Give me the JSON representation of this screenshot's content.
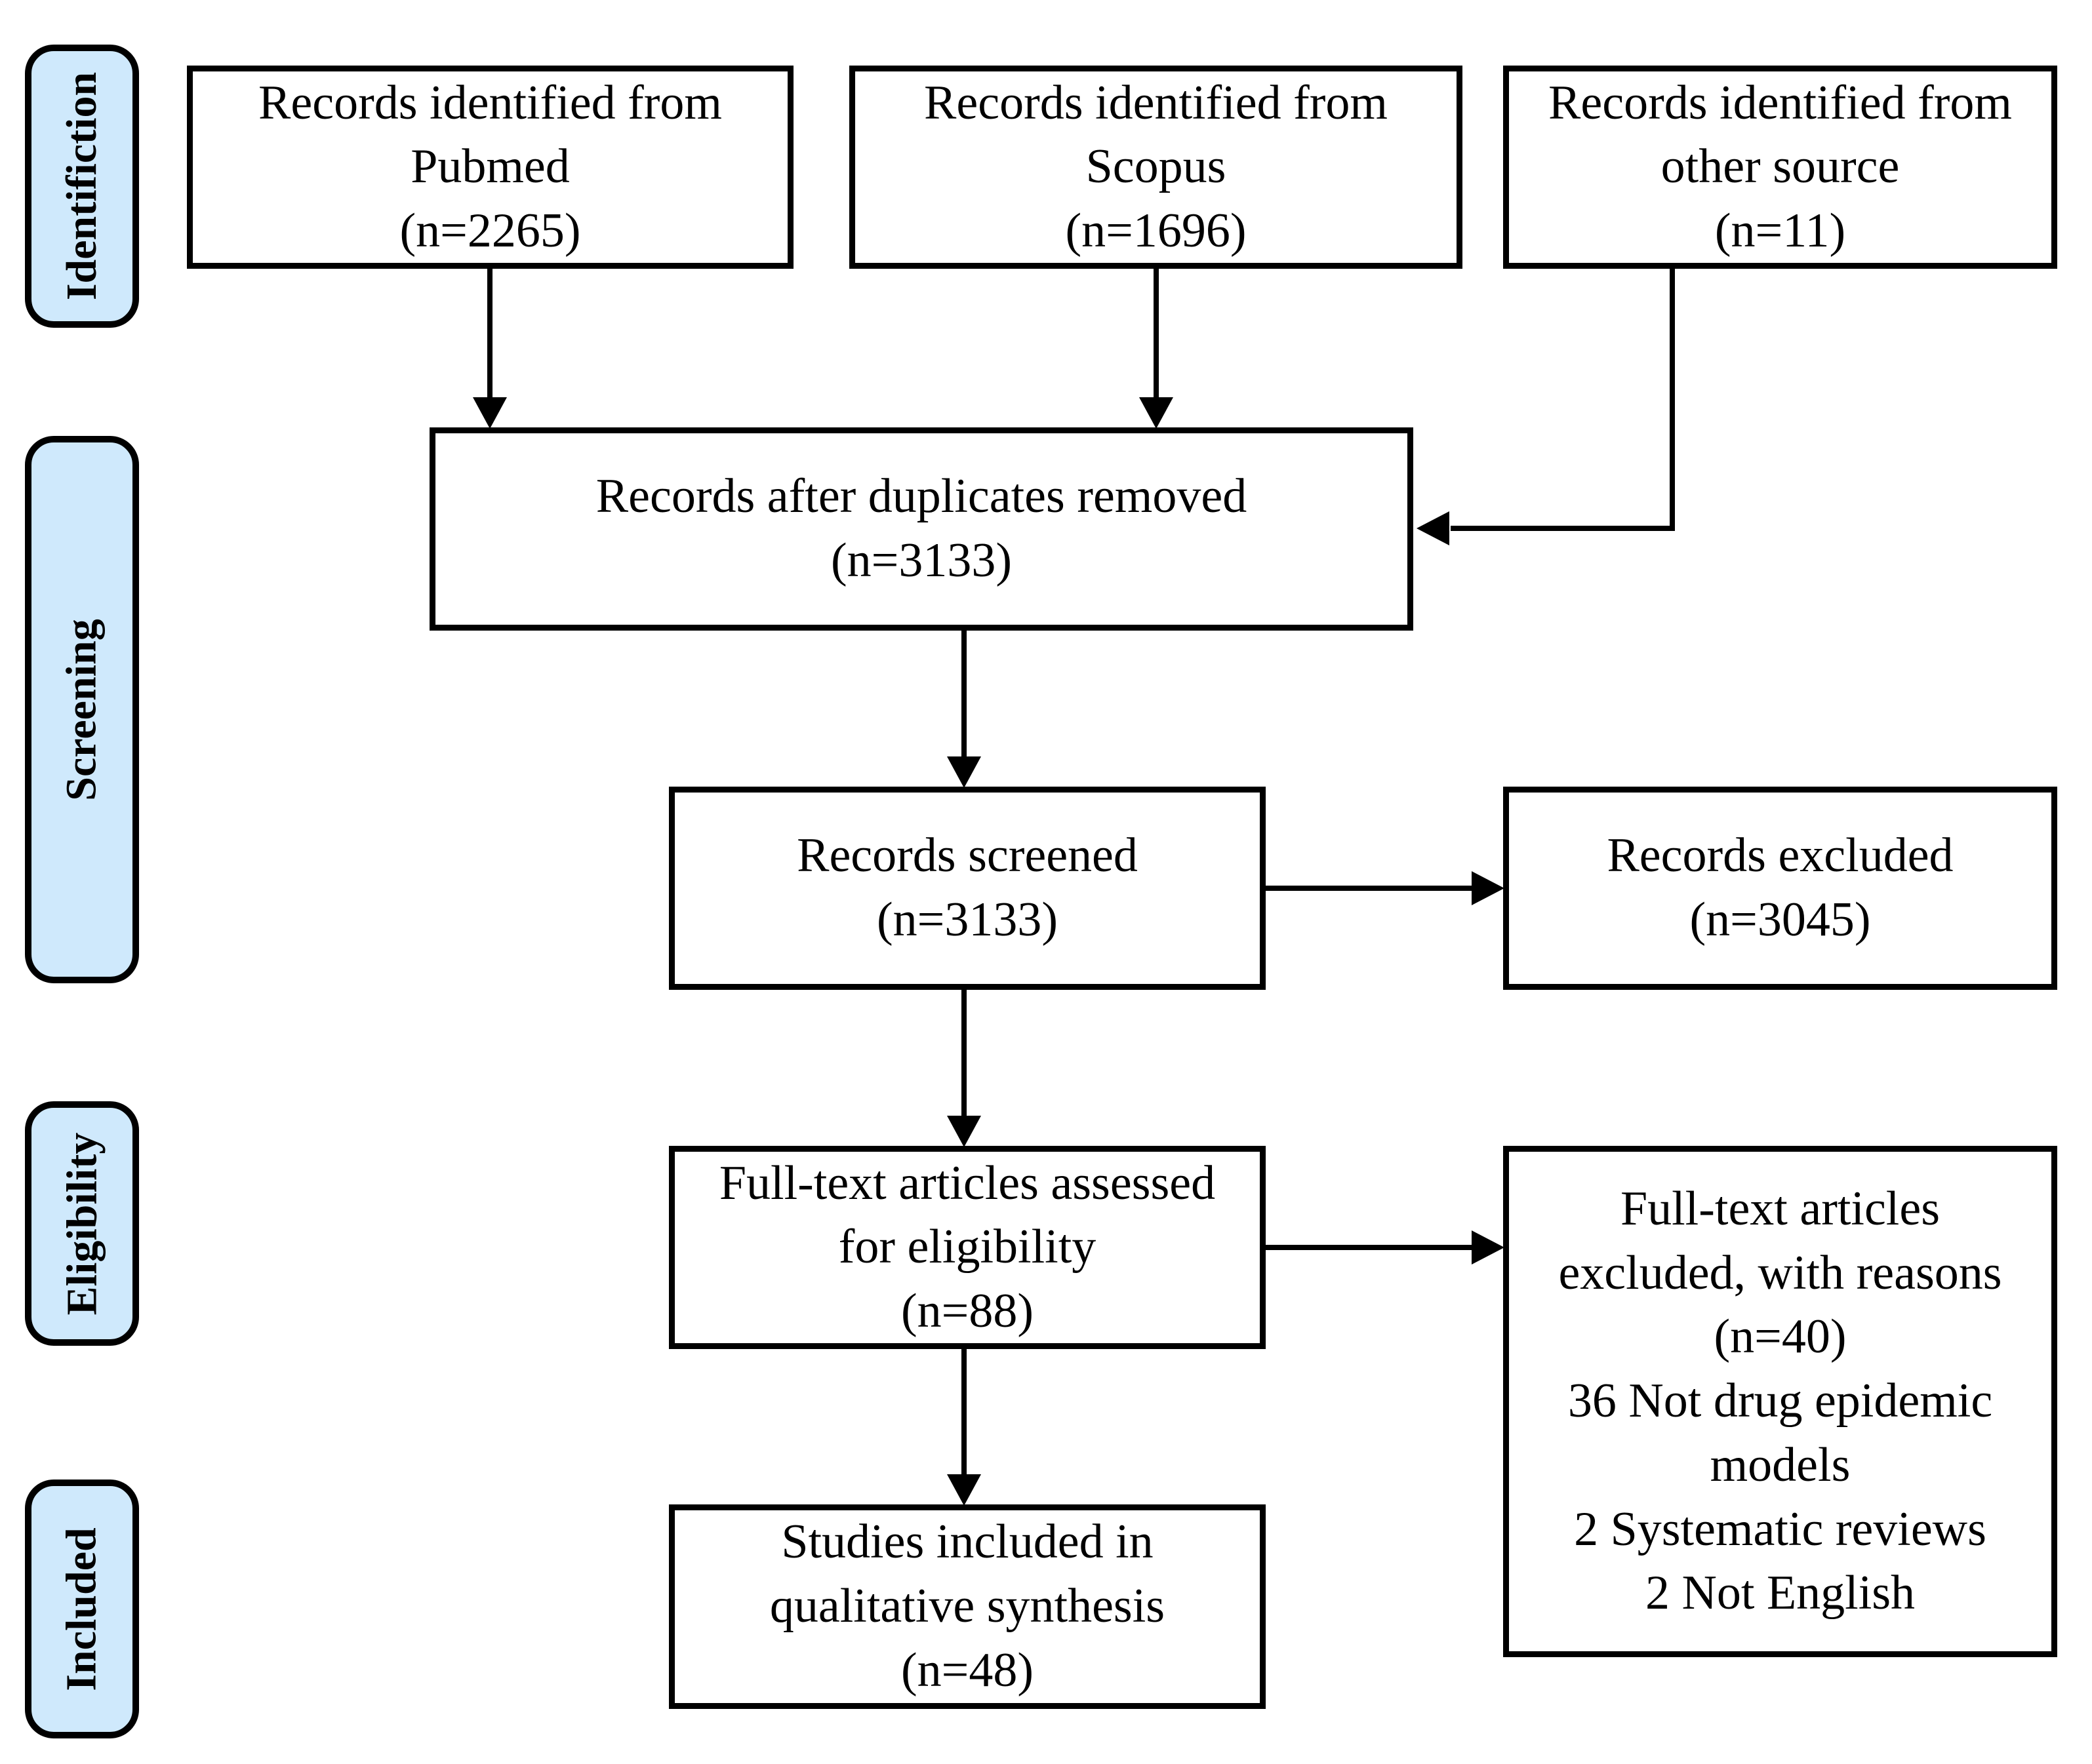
{
  "colors": {
    "sidebar_fill": "#cfe9fc",
    "box_fill": "#ffffff",
    "line": "#000000"
  },
  "sidebar": {
    "items": [
      {
        "label": "Identifiction"
      },
      {
        "label": "Screening"
      },
      {
        "label": "Eligibility"
      },
      {
        "label": "Included"
      }
    ]
  },
  "boxes": {
    "pubmed": {
      "lines": [
        "Records identified from",
        "Pubmed",
        "(n=2265)"
      ]
    },
    "scopus": {
      "lines": [
        "Records identified from",
        "Scopus",
        "(n=1696)"
      ]
    },
    "other": {
      "lines": [
        "Records identified from",
        "other source",
        "(n=11)"
      ]
    },
    "duplicates": {
      "lines": [
        "Records after duplicates removed",
        "(n=3133)"
      ]
    },
    "screened": {
      "lines": [
        "Records screened",
        "(n=3133)"
      ]
    },
    "excluded": {
      "lines": [
        "Records excluded",
        "(n=3045)"
      ]
    },
    "fulltext": {
      "lines": [
        "Full-text articles assessed",
        "for eligibility",
        "(n=88)"
      ]
    },
    "fulltext_excluded": {
      "lines": [
        "Full-text articles",
        "excluded, with reasons",
        "(n=40)",
        "36 Not drug epidemic",
        "models",
        "2 Systematic reviews",
        "2 Not English"
      ]
    },
    "included_studies": {
      "lines": [
        "Studies included in",
        "qualitative synthesis",
        "(n=48)"
      ]
    }
  }
}
